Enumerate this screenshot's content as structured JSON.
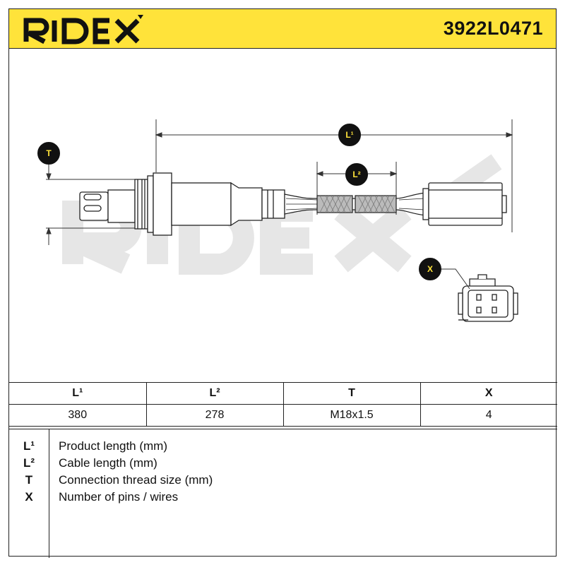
{
  "header": {
    "brand": "RIDEX",
    "part_number": "3922L0471",
    "background_color": "#FFE33A"
  },
  "drawing": {
    "watermark": "RIDEX",
    "badges": {
      "L1": "L¹",
      "L2": "L²",
      "T": "T",
      "X": "X"
    }
  },
  "spec_table": {
    "headers": [
      "L¹",
      "L²",
      "T",
      "X"
    ],
    "values": [
      "380",
      "278",
      "M18x1.5",
      "4"
    ]
  },
  "legend": [
    {
      "key": "L¹",
      "desc": "Product length (mm)"
    },
    {
      "key": "L²",
      "desc": "Cable length (mm)"
    },
    {
      "key": "T",
      "desc": "Connection thread size (mm)"
    },
    {
      "key": "X",
      "desc": "Number of pins / wires"
    }
  ]
}
